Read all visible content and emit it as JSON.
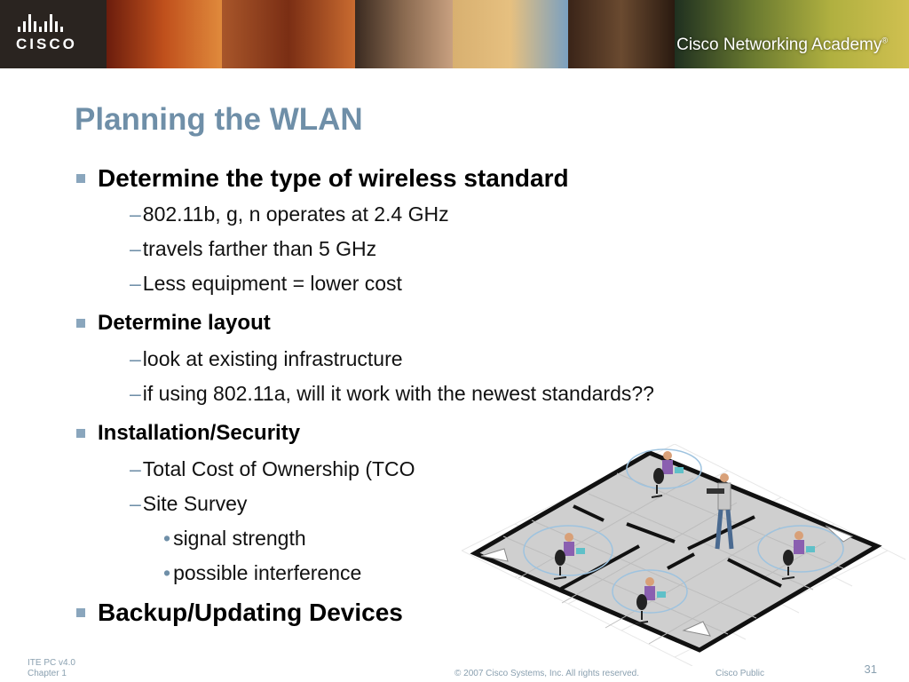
{
  "header": {
    "logo_text": "CISCO",
    "academy_label": "Cisco Networking Academy",
    "trademark": "®"
  },
  "slide": {
    "title": "Planning the WLAN",
    "bullets": [
      {
        "text": "Determine the type of wireless standard",
        "subs": [
          {
            "text": "802.11b, g, n operates at 2.4 GHz"
          },
          {
            "text": "travels farther than 5 GHz"
          },
          {
            "text": "Less equipment = lower cost"
          }
        ]
      },
      {
        "text": "Determine layout",
        "subs": [
          {
            "text": "look at existing infrastructure"
          },
          {
            "text": "if using 802.11a, will it work with the newest standards??"
          }
        ]
      },
      {
        "text": "Installation/Security",
        "subs": [
          {
            "text": "Total Cost of Ownership (TCO"
          },
          {
            "text": "Site Survey"
          }
        ],
        "subsubs": [
          "signal strength",
          "possible interference"
        ]
      },
      {
        "text": "Backup/Updating Devices",
        "subs": []
      }
    ]
  },
  "footer": {
    "course": "ITE PC v4.0",
    "chapter": "Chapter 1",
    "copyright": "© 2007 Cisco Systems, Inc. All rights reserved.",
    "classification": "Cisco Public",
    "page_number": "31"
  },
  "colors": {
    "title": "#6f8fa8",
    "bullet_square": "#8aa6bd",
    "person_shirt": "#8a5fb0",
    "floor": "#cccccc"
  },
  "icons": [
    "cisco-logo",
    "wireless-signal-icon",
    "laptop-icon",
    "office-chair-icon",
    "door-icon"
  ]
}
